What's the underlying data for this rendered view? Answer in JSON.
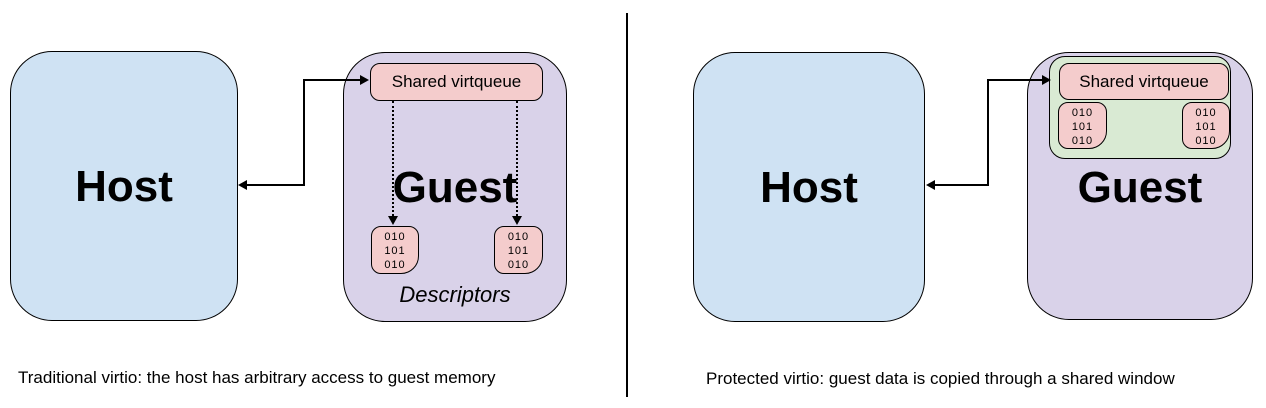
{
  "left_panel": {
    "host_label": "Host",
    "guest_label": "Guest",
    "virtqueue_label": "Shared virtqueue",
    "descriptors_label": "Descriptors",
    "caption": "Traditional virtio: the host has arbitrary access to guest memory"
  },
  "right_panel": {
    "host_label": "Host",
    "guest_label": "Guest",
    "virtqueue_label": "Shared virtqueue",
    "caption": "Protected virtio: guest data is copied through a shared window"
  },
  "bits": [
    "010",
    "101",
    "010"
  ],
  "colors": {
    "host-fill": "#cfe2f3",
    "guest-fill": "#d9d2e9",
    "queue-fill": "#f4cccc",
    "window-fill": "#d9ead3",
    "line": "#000000"
  }
}
